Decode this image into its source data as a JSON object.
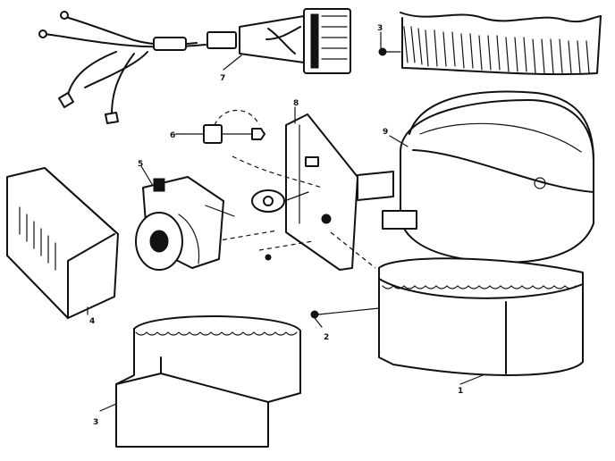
{
  "diagram": {
    "part_labels": [
      {
        "id": "label-1",
        "text": "1"
      },
      {
        "id": "label-2",
        "text": "2"
      },
      {
        "id": "label-3",
        "text": "3"
      },
      {
        "id": "label-3b",
        "text": "3"
      },
      {
        "id": "label-4",
        "text": "4"
      },
      {
        "id": "label-5",
        "text": "5"
      },
      {
        "id": "label-6",
        "text": "6"
      },
      {
        "id": "label-7",
        "text": "7"
      },
      {
        "id": "label-8",
        "text": "8"
      },
      {
        "id": "label-9",
        "text": "9"
      }
    ]
  }
}
